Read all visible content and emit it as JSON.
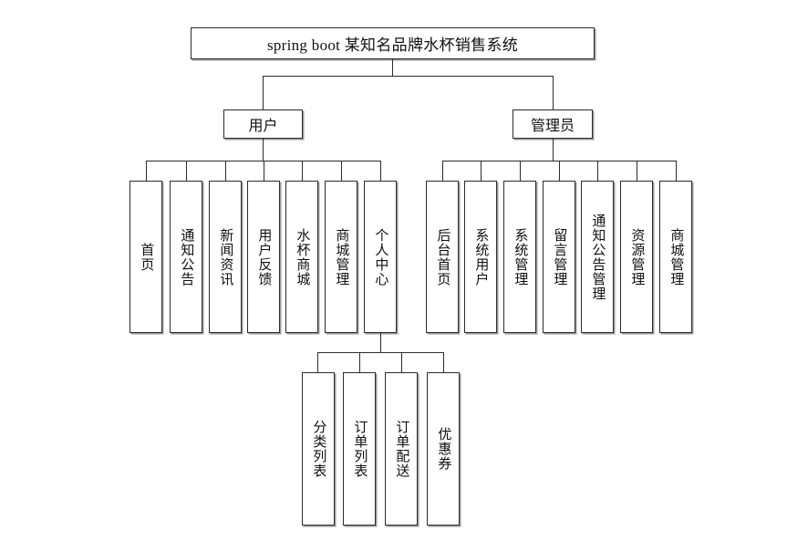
{
  "diagram": {
    "title": "spring boot 某知名品牌水杯销售系统",
    "type": "functional-structure-tree",
    "orientation": "top-down",
    "colors": {
      "background": "#ffffff",
      "box_border": "#2b2b2b",
      "box_fill": "#ffffff",
      "box_shadow": "#9a9a9a",
      "connector": "#2b2b2b",
      "text": "#111111"
    },
    "levels": 4,
    "root": {
      "label": "spring boot 某知名品牌水杯销售系统"
    },
    "roles": [
      {
        "label": "用户"
      },
      {
        "label": "管理员"
      }
    ],
    "user_modules": [
      {
        "label": "首页"
      },
      {
        "label": "通知公告"
      },
      {
        "label": "新闻资讯"
      },
      {
        "label": "用户反馈"
      },
      {
        "label": "水杯商城"
      },
      {
        "label": "商城管理"
      },
      {
        "label": "个人中心"
      }
    ],
    "admin_modules": [
      {
        "label": "后台首页"
      },
      {
        "label": "系统用户"
      },
      {
        "label": "系统管理"
      },
      {
        "label": "留言管理"
      },
      {
        "label": "通知公告管理"
      },
      {
        "label": "资源管理"
      },
      {
        "label": "商城管理"
      }
    ],
    "personal_center_modules": [
      {
        "label": "分类列表"
      },
      {
        "label": "订单列表"
      },
      {
        "label": "订单配送"
      },
      {
        "label": "优惠券"
      }
    ]
  }
}
